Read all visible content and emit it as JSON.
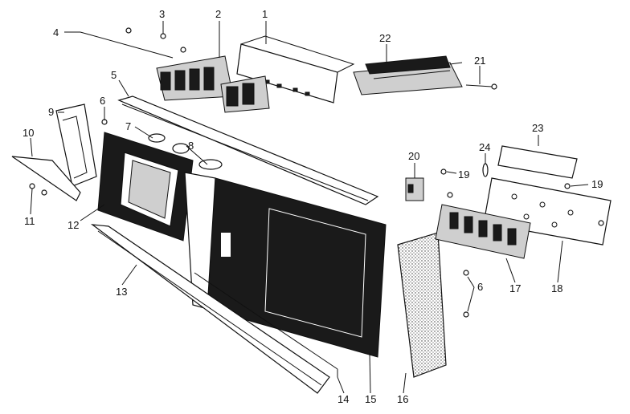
{
  "callouts": [
    "1",
    "2",
    "3",
    "4",
    "5",
    "6",
    "7",
    "8",
    "9",
    "10",
    "11",
    "12",
    "13",
    "14",
    "15",
    "16",
    "17",
    "18",
    "19",
    "19",
    "20",
    "21",
    "22",
    "23",
    "24",
    "6"
  ]
}
